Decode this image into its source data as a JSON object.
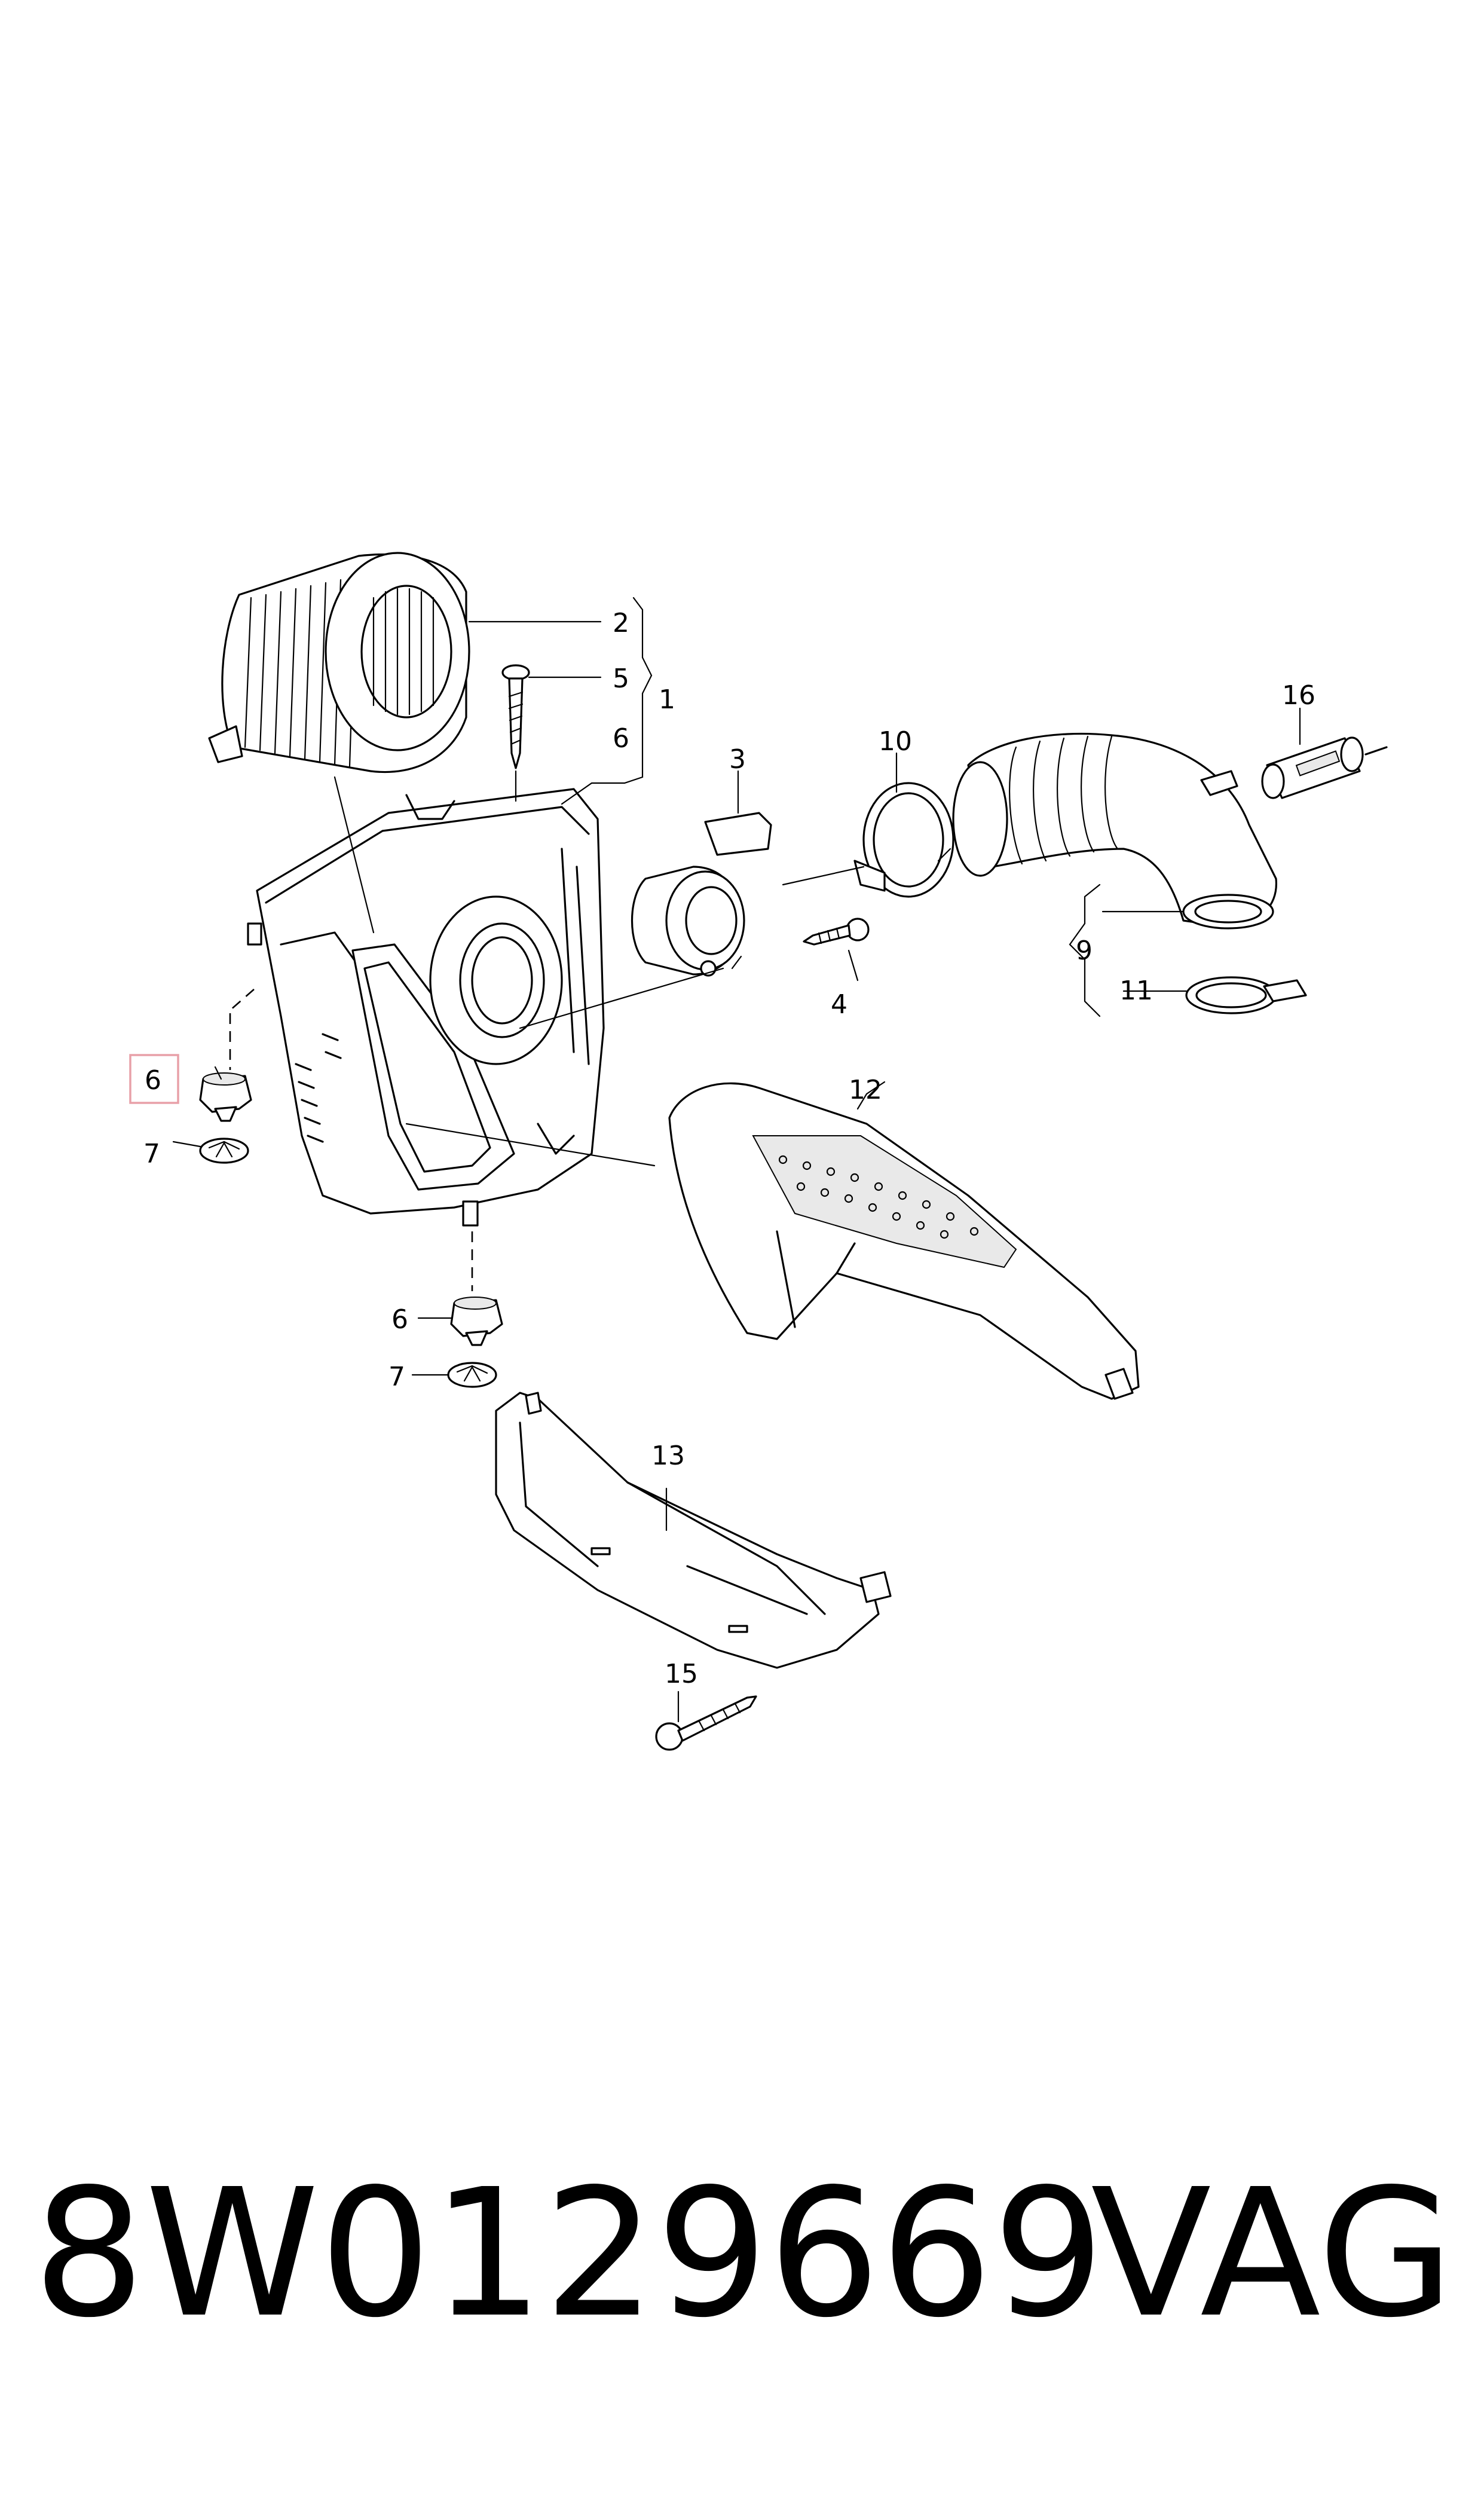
{
  "caption": {
    "part_number": "8W0129669",
    "brand": "VAG"
  },
  "highlight_color": "#e8a0a8",
  "callouts": [
    {
      "id": "c1",
      "label": "1"
    },
    {
      "id": "c2",
      "label": "2"
    },
    {
      "id": "c3",
      "label": "3"
    },
    {
      "id": "c4",
      "label": "4"
    },
    {
      "id": "c5",
      "label": "5"
    },
    {
      "id": "c6a",
      "label": "6"
    },
    {
      "id": "c6b",
      "label": "6",
      "highlighted": true
    },
    {
      "id": "c6c",
      "label": "6"
    },
    {
      "id": "c7a",
      "label": "7"
    },
    {
      "id": "c7b",
      "label": "7"
    },
    {
      "id": "c9",
      "label": "9"
    },
    {
      "id": "c10",
      "label": "10"
    },
    {
      "id": "c11",
      "label": "11"
    },
    {
      "id": "c12",
      "label": "12"
    },
    {
      "id": "c13",
      "label": "13"
    },
    {
      "id": "c15",
      "label": "15"
    },
    {
      "id": "c16",
      "label": "16"
    }
  ]
}
